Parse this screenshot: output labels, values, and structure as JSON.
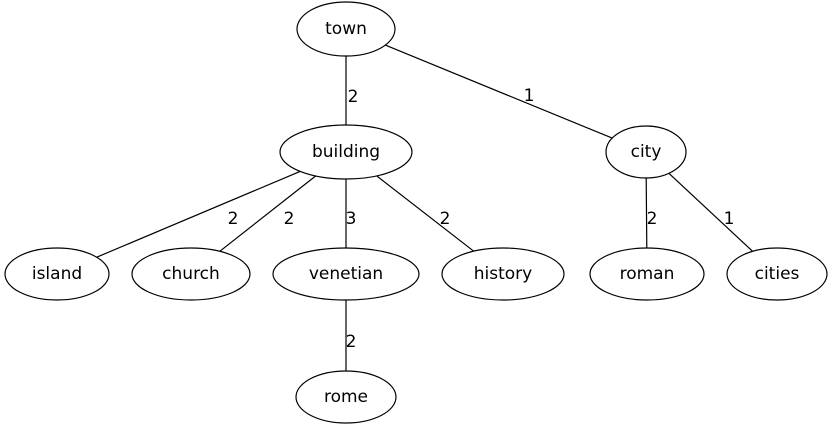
{
  "graph": {
    "nodes": [
      {
        "id": "town",
        "label": "town"
      },
      {
        "id": "building",
        "label": "building"
      },
      {
        "id": "city",
        "label": "city"
      },
      {
        "id": "island",
        "label": "island"
      },
      {
        "id": "church",
        "label": "church"
      },
      {
        "id": "venetian",
        "label": "venetian"
      },
      {
        "id": "history",
        "label": "history"
      },
      {
        "id": "roman",
        "label": "roman"
      },
      {
        "id": "cities",
        "label": "cities"
      },
      {
        "id": "rome",
        "label": "rome"
      }
    ],
    "edges": [
      {
        "from": "town",
        "to": "building",
        "weight": "2"
      },
      {
        "from": "town",
        "to": "city",
        "weight": "1"
      },
      {
        "from": "building",
        "to": "island",
        "weight": "2"
      },
      {
        "from": "building",
        "to": "church",
        "weight": "2"
      },
      {
        "from": "building",
        "to": "venetian",
        "weight": "3"
      },
      {
        "from": "building",
        "to": "history",
        "weight": "2"
      },
      {
        "from": "city",
        "to": "roman",
        "weight": "2"
      },
      {
        "from": "city",
        "to": "cities",
        "weight": "1"
      },
      {
        "from": "venetian",
        "to": "rome",
        "weight": "2"
      }
    ]
  }
}
